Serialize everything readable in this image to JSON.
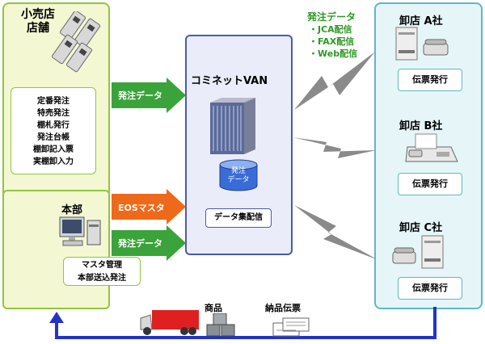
{
  "retail_store": {
    "title_line1": "小売店",
    "title_line2": "店舗",
    "tasks": [
      "定番発注",
      "特売発注",
      "棚札発行",
      "発注台帳",
      "棚卸記入票",
      "実棚卸入力"
    ]
  },
  "headquarters": {
    "title": "本部",
    "tasks_line1": "マスタ管理",
    "tasks_line2": "本部送込発注"
  },
  "arrows": {
    "order_data_top": "発注データ",
    "eos_master": "EOSマスタ",
    "order_data_bottom": "発注データ"
  },
  "van": {
    "title": "コミネットVAN",
    "db_label_line1": "発注",
    "db_label_line2": "データ",
    "collect_distribute": "データ集配信"
  },
  "distribution": {
    "heading": "発注データ",
    "items": [
      "・JCA配信",
      "・FAX配信",
      "・Web配信"
    ]
  },
  "wholesalers": [
    {
      "name": "卸店 A社",
      "action": "伝票発行"
    },
    {
      "name": "卸店 B社",
      "action": "伝票発行"
    },
    {
      "name": "卸店 C社",
      "action": "伝票発行"
    }
  ],
  "delivery": {
    "goods": "商品",
    "slip": "納品伝票"
  },
  "colors": {
    "green_arrow": "#3aa33a",
    "orange_arrow": "#ee6a1a",
    "return_arrow": "#2233cc"
  }
}
